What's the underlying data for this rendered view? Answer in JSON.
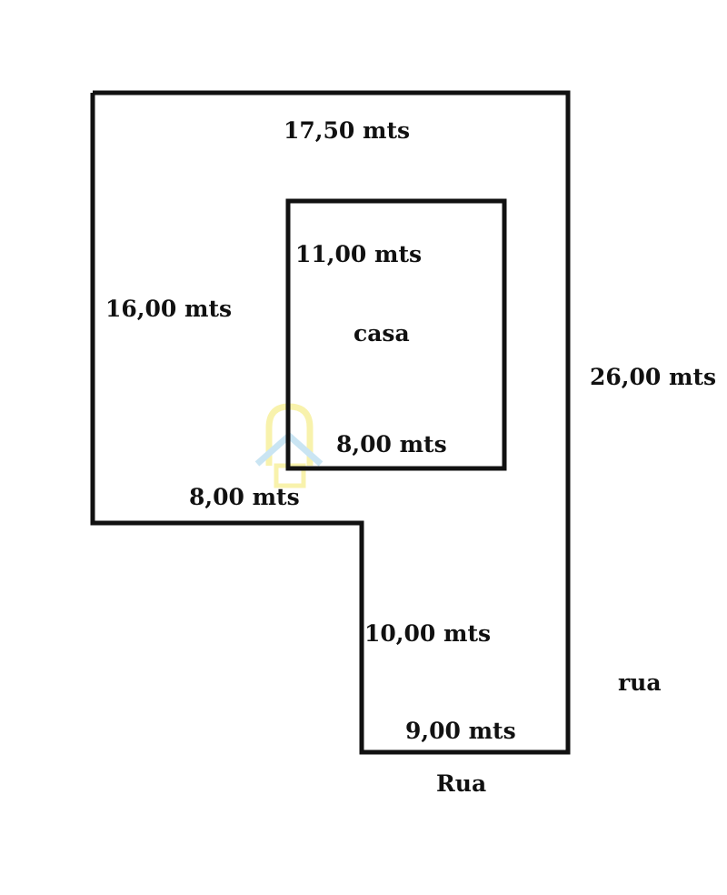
{
  "diagram": {
    "lot_top": "17,50 mts",
    "lot_left": "16,00 mts",
    "lot_right": "26,00 mts",
    "lot_step": "8,00 mts",
    "lot_lower": "10,00 mts",
    "lot_bottom": "9,00 mts",
    "house_top": "11,00 mts",
    "house_label": "casa",
    "house_bottom": "8,00 mts",
    "street_right": "rua",
    "street_bottom": "Rua"
  },
  "colors": {
    "line": "#111111",
    "watermark_yellow": "#f3e86a",
    "watermark_blue": "#9fd0ea"
  }
}
